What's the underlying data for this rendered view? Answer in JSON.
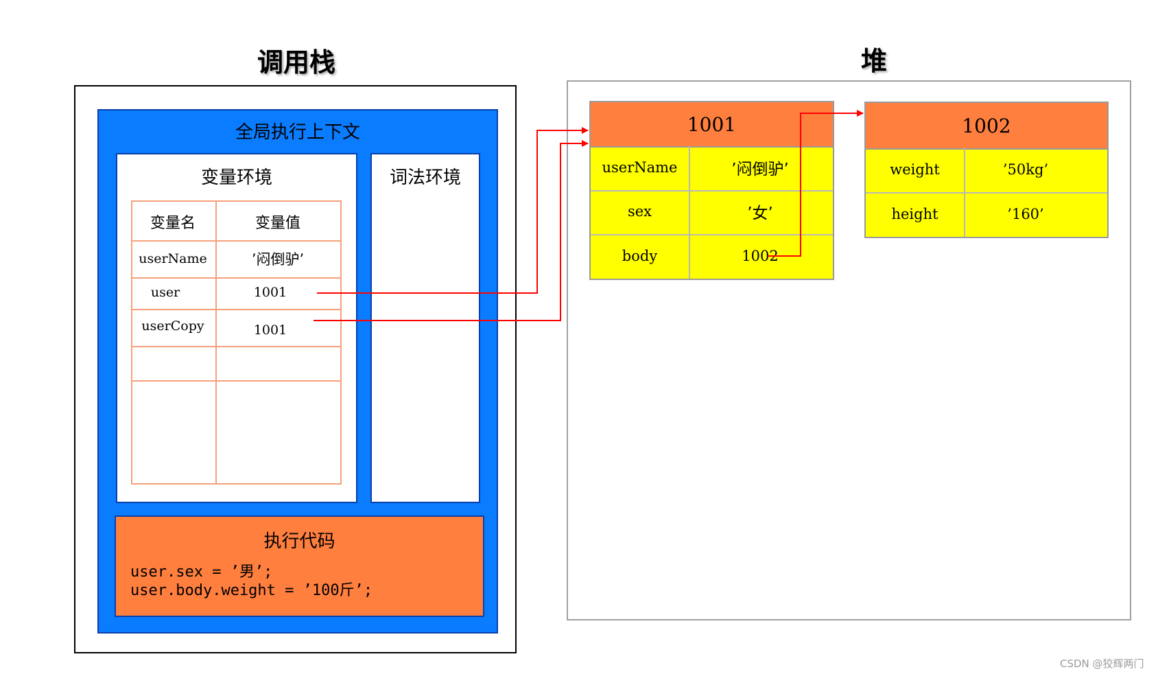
{
  "callstack": {
    "title": "调用栈",
    "global_context_title": "全局执行上下文",
    "variable_env": {
      "title": "变量环境",
      "headers": [
        "变量名",
        "变量值"
      ],
      "rows": [
        {
          "name": "userName",
          "value": "’闷倒驴’"
        },
        {
          "name": "user",
          "value": "1001"
        },
        {
          "name": "userCopy",
          "value": "1001"
        }
      ]
    },
    "lexical_env": {
      "title": "词法环境"
    },
    "exec_code": {
      "title": "执行代码",
      "lines": [
        "user.sex = ’男’;",
        "user.body.weight = ’100斤’;"
      ]
    }
  },
  "heap": {
    "title": "堆",
    "objects": [
      {
        "address": "1001",
        "rows": [
          {
            "key": "userName",
            "value": "’闷倒驴’"
          },
          {
            "key": "sex",
            "value": "’女’"
          },
          {
            "key": "body",
            "value": "1002"
          }
        ]
      },
      {
        "address": "1002",
        "rows": [
          {
            "key": "weight",
            "value": "’50kg’"
          },
          {
            "key": "height",
            "value": "’160’"
          }
        ]
      }
    ]
  },
  "colors": {
    "context_blue": "#0a7cff",
    "orange": "#ff7f3f",
    "yellow": "#ffff00",
    "arrow_red": "#ff0000",
    "table_border": "#f5a07a"
  },
  "watermark": "CSDN @狡辉两门"
}
